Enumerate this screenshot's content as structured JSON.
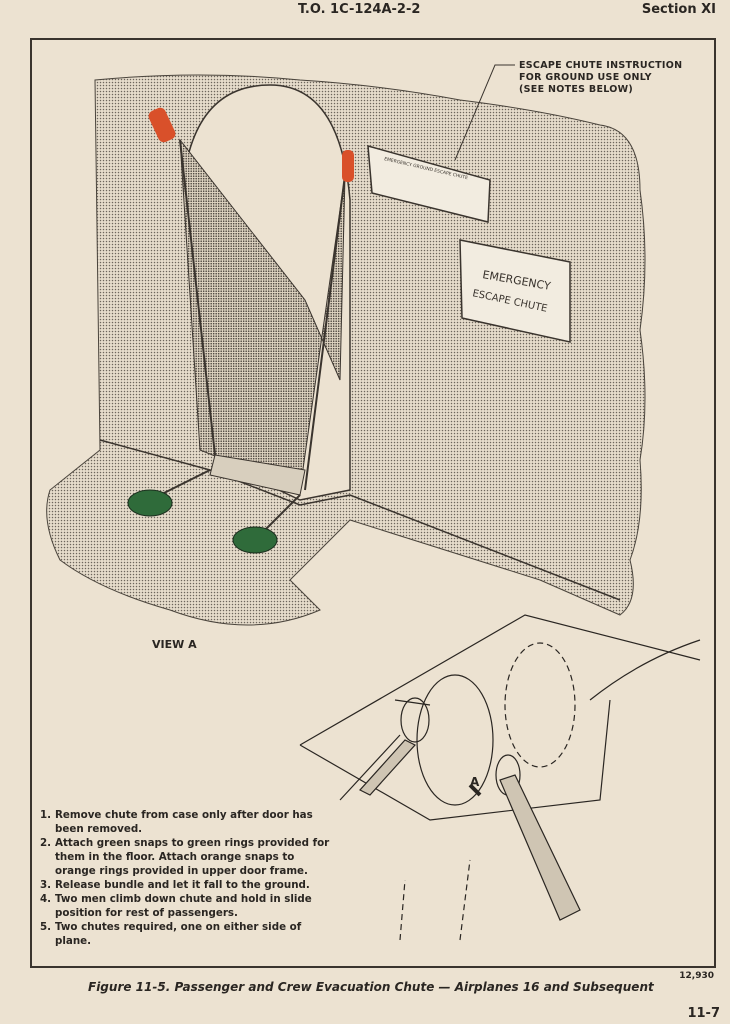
{
  "header": {
    "to_number": "T.O. 1C-124A-2-2",
    "section": "Section XI"
  },
  "figure": {
    "callout_lines": [
      "ESCAPE CHUTE INSTRUCTION",
      "FOR GROUND USE ONLY",
      "(SEE NOTES BELOW)"
    ],
    "instruction_placard": "EMERGENCY GROUND ESCAPE CHUTE",
    "bag_label": [
      "EMERGENCY",
      "ESCAPE CHUTE"
    ],
    "view_label": "VIEW A",
    "view_marker": "A",
    "steps": [
      {
        "num": "1.",
        "text": "Remove chute from case only after door has been removed."
      },
      {
        "num": "2.",
        "text": "Attach green snaps to green rings provided for them in the floor. Attach orange snaps to orange rings provided in upper door frame."
      },
      {
        "num": "3.",
        "text": "Release bundle and let it fall to the ground."
      },
      {
        "num": "4.",
        "text": "Two men climb down chute and hold in slide position for rest of passengers."
      },
      {
        "num": "5.",
        "text": "Two chutes required, one on either side of plane."
      }
    ],
    "figure_id": "12,930",
    "caption": "Figure 11-5.  Passenger and Crew Evacuation Chute — Airplanes 16 and Subsequent"
  },
  "footer": {
    "page_number": "11-7"
  },
  "colors": {
    "paper": "#ece2d1",
    "ink": "#2a2622",
    "green_snap": "#2f6b3a",
    "orange_snap": "#d9502a"
  }
}
